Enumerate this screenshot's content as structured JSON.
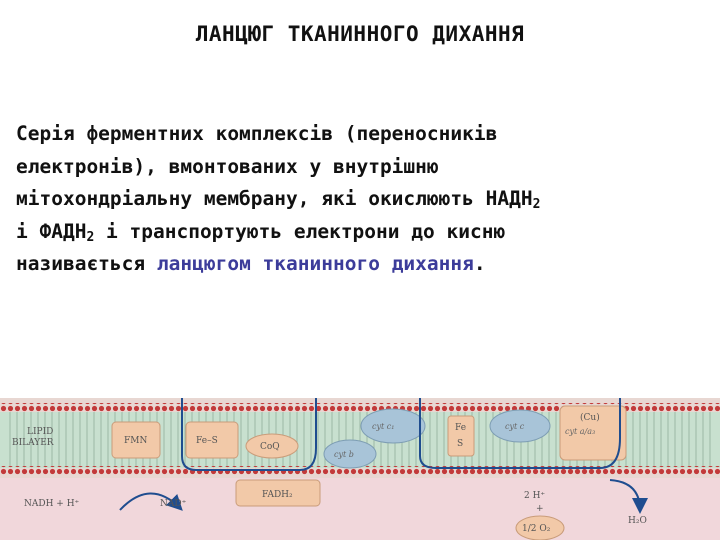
{
  "title": "ЛАНЦЮГ ТКАНИННОГО ДИХАННЯ",
  "paragraph": {
    "line1": "Серія ферментних комплексів (переносників",
    "line2": "електронів), вмонтованих у внутрішню",
    "line3_text": "мітохондріальну мембрану, які окислюють НАДН",
    "line3_sub": "2",
    "line4_a": "і ФАДН",
    "line4_sub": "2",
    "line4_b": " і транспортують електрони до кисню",
    "line5_text": "називається ",
    "line5_highlight": "ланцюгом тканинного дихання",
    "line5_end": "."
  },
  "diagram": {
    "lipid_label_1": "LIPID",
    "lipid_label_2": "BILAYER",
    "fmn": "FMN",
    "fes_1": "Fe–S",
    "coq": "CoQ",
    "cyt_c1": "cyt c₁",
    "cyt_b": "cyt b",
    "fe_s_a": "Fe",
    "fe_s_b": "S",
    "cyt_c": "cyt c",
    "cu": "(Cu)",
    "cyt_aa3": "cyt a/a₃",
    "fadh2": "FADH₂",
    "nadh": "NADH + H⁺",
    "nad": "NAD⁺",
    "two_h": "2 H⁺",
    "plus": "+",
    "half_o2": "1/2 O₂",
    "h2o": "H₂O"
  },
  "colors": {
    "title_text": "#111111",
    "highlight_text": "#3c3c9a",
    "membrane_band": "#c8e0cf",
    "bead_color": "#c23a3a",
    "matrix": "#f1d7db",
    "complex_fill": "#f2c9a8",
    "cytochrome_fill": "#a8c4d8",
    "arrow": "#1f4d8f"
  }
}
